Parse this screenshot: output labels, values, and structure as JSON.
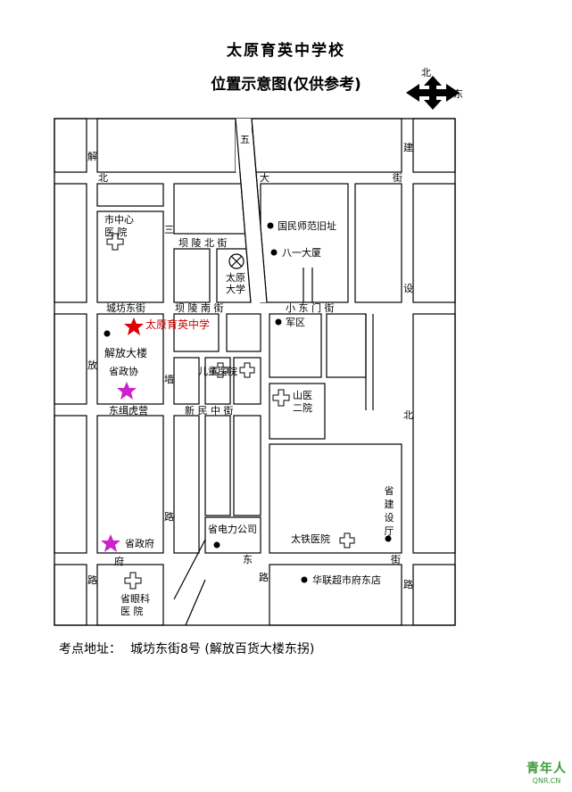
{
  "title": "太原育英中学校",
  "subtitle": "位置示意图(仅供参考)",
  "compass": {
    "north": "北",
    "east": "东"
  },
  "roads": {
    "wu_yi_road_char": "五",
    "north_street": [
      "北",
      "大",
      "街"
    ],
    "jiefang_road": [
      "解",
      "放"
    ],
    "jianshe_road_top": "建",
    "jianshe_road_bottom": [
      "设",
      "北",
      "路"
    ],
    "sanqiang": "三",
    "fuling_north_street": "坝  陵  北  街",
    "fuling_south_street": "坝  陵  南  街",
    "chengfang_east_street": "城坊东街",
    "xiao_dongmen_street": "小   东   门   街",
    "qiang_char": "墙",
    "dongji_humen": "东缉虎营",
    "xinmin_middle_street": "新  民  中  街",
    "road_lu_left": "路",
    "fu_dong_street": [
      "府",
      "东",
      "街"
    ],
    "road_lu_bottom": "路",
    "road_lu_bottom2": "路",
    "road_lu_right": "路"
  },
  "places": {
    "city_hospital": [
      "市中心",
      "医  院"
    ],
    "national_normal": "国民师范旧址",
    "bayi_building": "八一大厦",
    "taiyuan_university": [
      "太原",
      "大学"
    ],
    "school": "太原育英中学",
    "army_district": "军区",
    "jiefang_building": "解放大楼",
    "cppcc": "省政协",
    "children_hospital": "儿童医院",
    "shanxi_hospital2": [
      "山医",
      "二院"
    ],
    "construction_dept": "省建设厅",
    "power_company": "省电力公司",
    "taigang_hospital": "太铁医院",
    "provincial_govt": "省政府",
    "huayi_supermarket": "华联超市府东店",
    "eye_hospital": [
      "省眼科",
      "医  院"
    ]
  },
  "address": {
    "label": "考点地址：",
    "value": "城坊东街8号 (解放百货大楼东拐)"
  },
  "watermark": {
    "line1": "青年人",
    "line2": "QNR.CN"
  },
  "colors": {
    "school_star": "#dd0000",
    "govt_star": "#cc22cc",
    "watermark": "#3a9b3a"
  },
  "icons": [
    "school-star",
    "government-star",
    "hospital-cross",
    "landmark-dot",
    "university-circle-x",
    "compass-arrows"
  ]
}
